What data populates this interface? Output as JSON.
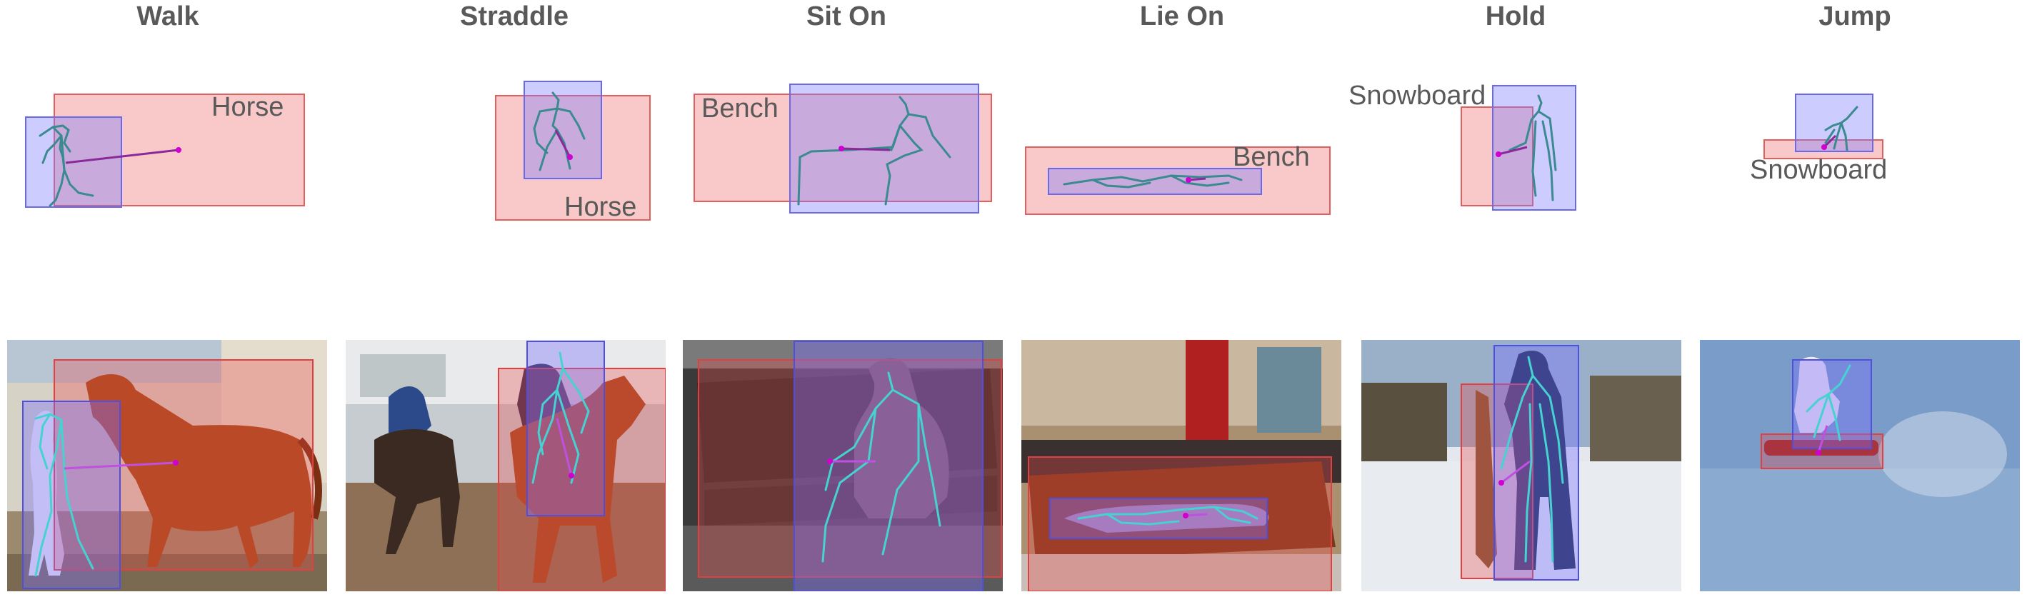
{
  "panels": [
    {
      "title": "Walk",
      "object": "Horse"
    },
    {
      "title": "Straddle",
      "object": "Horse"
    },
    {
      "title": "Sit On",
      "object": "Bench"
    },
    {
      "title": "Lie On",
      "object": "Bench"
    },
    {
      "title": "Hold",
      "object": "Snowboard"
    },
    {
      "title": "Jump",
      "object": "Snowboard"
    }
  ],
  "colors": {
    "human_box": "#7878ff",
    "object_box": "#f07878",
    "skeleton": "#3a8a90",
    "interaction_link": "#8a2a9a"
  }
}
